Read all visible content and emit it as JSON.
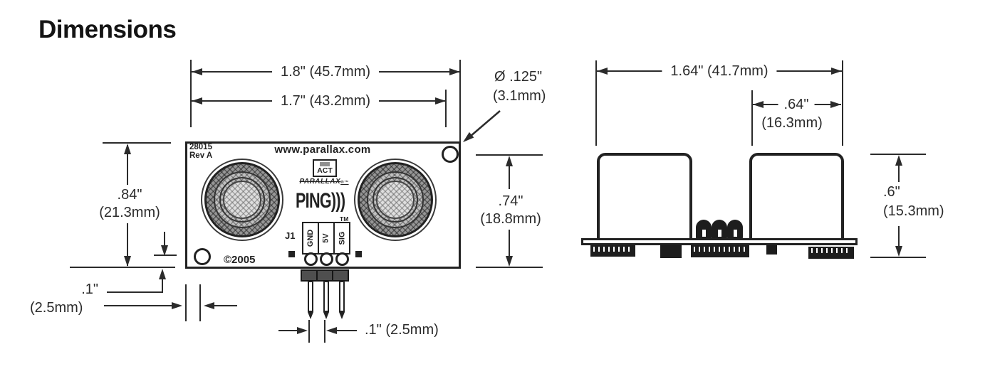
{
  "title": "Dimensions",
  "colors": {
    "ink": "#2b2b2b"
  },
  "front": {
    "dim_width_outer": "1.8\" (45.7mm)",
    "dim_width_inner": "1.7\" (43.2mm)",
    "hole_dia_line1": "Ø .125\"",
    "hole_dia_line2": "(3.1mm)",
    "dim_height_in": ".84\"",
    "dim_height_mm": "(21.3mm)",
    "dim_right_in": ".74\"",
    "dim_right_mm": "(18.8mm)",
    "dim_edge_in": ".1\"",
    "dim_edge_mm": "(2.5mm)",
    "dim_pin_pitch": ".1\" (2.5mm)",
    "board": {
      "part_number": "28015",
      "revision": "Rev A",
      "url": "www.parallax.com",
      "act_label": "ACT",
      "brand": "PARALLAX",
      "brand_marks": "®™",
      "product_logo": "PING)))",
      "trademark": "TM",
      "connector_label": "J1",
      "pin_labels": [
        "GND",
        "5V",
        "SIG"
      ],
      "copyright": "©2005"
    }
  },
  "side": {
    "dim_width": "1.64\" (41.7mm)",
    "dim_offset_in": ".64\"",
    "dim_offset_mm": "(16.3mm)",
    "dim_height_in": ".6\"",
    "dim_height_mm": "(15.3mm)"
  }
}
